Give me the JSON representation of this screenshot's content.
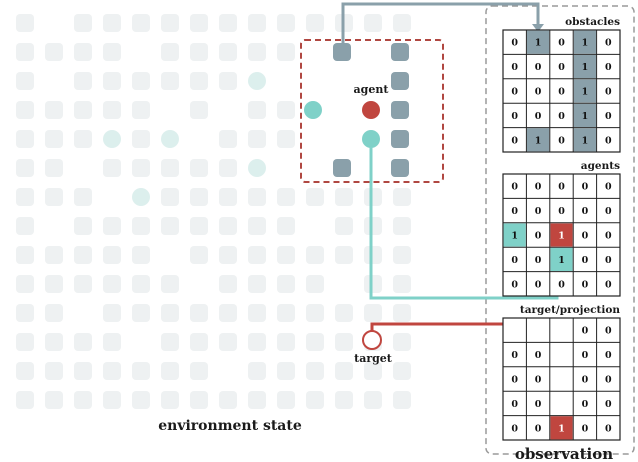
{
  "labels": {
    "environment_state": "environment state",
    "observation": "observation",
    "agent": "agent",
    "target": "target"
  },
  "colors": {
    "background_cell": "#eef1f2",
    "faint_agent": "#dcefed",
    "obstacle": "#8aa0aa",
    "agent": "#c0463f",
    "teal_agent": "#7fd1c8",
    "dashed_agent_box": "#b04741",
    "observation_border": "#9a9a9a",
    "arrow_obstacle": "#8aa0aa",
    "arrow_agent": "#7fd1c8",
    "arrow_target": "#c0463f"
  },
  "observation": {
    "panels": [
      {
        "title": "obstacles",
        "grid": [
          [
            "0",
            "1",
            "0",
            "1",
            "0"
          ],
          [
            "0",
            "0",
            "0",
            "1",
            "0"
          ],
          [
            "0",
            "0",
            "0",
            "1",
            "0"
          ],
          [
            "0",
            "0",
            "0",
            "1",
            "0"
          ],
          [
            "0",
            "1",
            "0",
            "1",
            "0"
          ]
        ],
        "highlight": [
          {
            "r": 0,
            "c": 1,
            "color": "obstacle"
          },
          {
            "r": 0,
            "c": 3,
            "color": "obstacle"
          },
          {
            "r": 1,
            "c": 3,
            "color": "obstacle"
          },
          {
            "r": 2,
            "c": 3,
            "color": "obstacle"
          },
          {
            "r": 3,
            "c": 3,
            "color": "obstacle"
          },
          {
            "r": 4,
            "c": 1,
            "color": "obstacle"
          },
          {
            "r": 4,
            "c": 3,
            "color": "obstacle"
          }
        ]
      },
      {
        "title": "agents",
        "grid": [
          [
            "0",
            "0",
            "0",
            "0",
            "0"
          ],
          [
            "0",
            "0",
            "0",
            "0",
            "0"
          ],
          [
            "1",
            "0",
            "1",
            "0",
            "0"
          ],
          [
            "0",
            "0",
            "1",
            "0",
            "0"
          ],
          [
            "0",
            "0",
            "0",
            "0",
            "0"
          ]
        ],
        "highlight": [
          {
            "r": 2,
            "c": 0,
            "color": "teal_agent"
          },
          {
            "r": 2,
            "c": 2,
            "color": "agent"
          },
          {
            "r": 3,
            "c": 2,
            "color": "teal_agent"
          }
        ]
      },
      {
        "title": "target/projection",
        "grid": [
          [
            "",
            "",
            "",
            "0",
            "0"
          ],
          [
            "0",
            "0",
            "",
            "0",
            "0"
          ],
          [
            "0",
            "0",
            "",
            "0",
            "0"
          ],
          [
            "0",
            "0",
            "",
            "0",
            "0"
          ],
          [
            "0",
            "0",
            "1",
            "0",
            "0"
          ]
        ],
        "highlight": [
          {
            "r": 4,
            "c": 2,
            "color": "agent"
          }
        ]
      }
    ]
  }
}
